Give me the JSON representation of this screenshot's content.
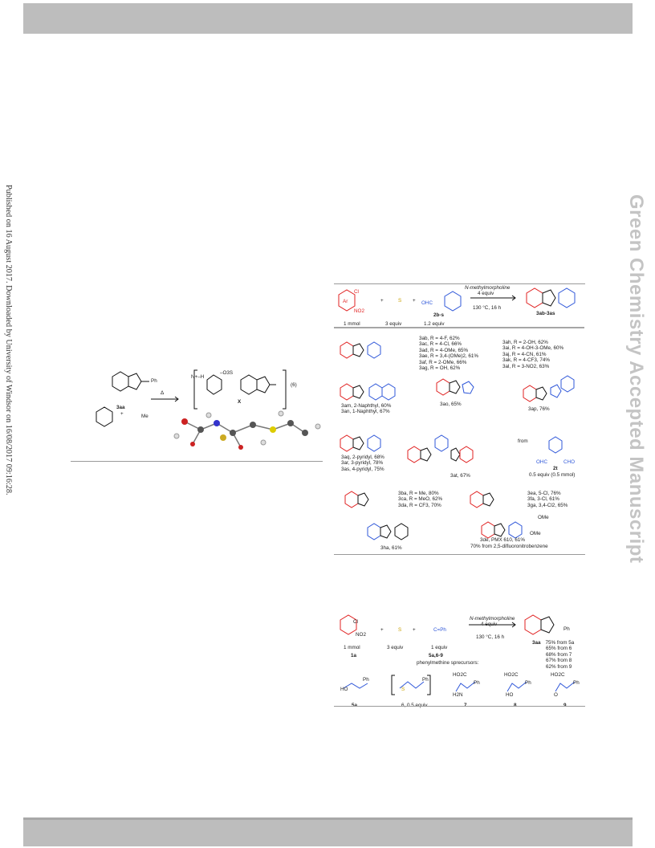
{
  "sidebar_note": "Published on 16 August 2017. Downloaded by University of Windsor on 16/08/2017 09:16:28.",
  "watermark": "Green Chemistry Accepted Manuscript",
  "left_scheme": {
    "compound_3aa": "3aa",
    "ph": "Ph",
    "plus": "+",
    "me": "Me",
    "delta": "Δ",
    "nh": "N+–H",
    "so3": "–O3S",
    "x_label": "X",
    "eq_num": "(6)"
  },
  "scheme2": {
    "arrow_top": "N-methylmorpholine",
    "arrow_mid": "4 equiv",
    "arrow_bottom": "130 °C, 16 h",
    "ar": "Ar",
    "cl": "Cl",
    "no2": "NO2",
    "s": "S",
    "ohc": "OHC",
    "sub1": "1 mmol",
    "sub2": "3 equiv",
    "sub3": "1.2 equiv",
    "aldehyde": "2b-s",
    "product": "3ab-3as",
    "col1": [
      "3ab, R = 4-F, 62%",
      "3ac, R = 4-Cl, 66%",
      "3ad, R = 4-OMe, 65%",
      "3ae, R = 3,4-(OMe)2, 61%",
      "3af, R = 2-OMe, 66%",
      "3ag, R = OH, 62%"
    ],
    "col2": [
      "3ah, R = 2-OH, 62%",
      "3ai, R = 4-OH-3-OMe, 60%",
      "3aj, R = 4-CN, 61%",
      "3ak, R = 4-CF3, 74%",
      "3al, R = 3-NO2, 63%"
    ],
    "naph": [
      "3am, 2-Naphthyl, 60%",
      "3an, 1-Naphthyl, 67%"
    ],
    "thienyl": "3ao, 65%",
    "indolyl": "3ap, 76%",
    "pyridyl": [
      "3aq, 2-pyridyl, 68%",
      "3ar, 3-pyridyl, 78%",
      "3as, 4-pyridyl, 75%"
    ],
    "bis": "3at, 67%",
    "from": "from",
    "dial": "2t",
    "dial_amt": "0.5 equiv (0.5 mmol)",
    "cho": "CHO",
    "sub_ba": [
      "3ba, R = Me, 80%",
      "3ca, R = MeO, 62%",
      "3da, R = CF3, 70%"
    ],
    "sub_ea": [
      "3ea, 5-Cl, 76%",
      "3fa, 3-Cl, 61%",
      "3ga, 3,4-Cl2, 65%"
    ],
    "ha": "3ha, 61%",
    "de": "3de, PMX 610, 61%",
    "de2": "70% from 2,5-difluoronitrobenzene",
    "ome": "OMe"
  },
  "scheme3": {
    "arrow_top": "N-methylmorpholine",
    "arrow_mid": "4 equiv",
    "arrow_bottom": "130 °C, 16 h",
    "sub1": "1 mmol",
    "sub2": "3 equiv",
    "sub3": "1 equiv",
    "lab1": "1a",
    "lab3": "5a,6-9",
    "precursors": "phenylmethine sprecursors:",
    "cph": "C=Ph",
    "product": "3aa",
    "yields": [
      "75% from 5a",
      "65% from 6",
      "68% from 7",
      "67% from 8",
      "62% from 9"
    ],
    "p_labels": [
      "5a",
      "6, 0.5 equiv",
      "7",
      "8",
      "9"
    ],
    "ho": "HO",
    "ho2c": "HO2C",
    "h2n": "H2N",
    "o": "O"
  }
}
